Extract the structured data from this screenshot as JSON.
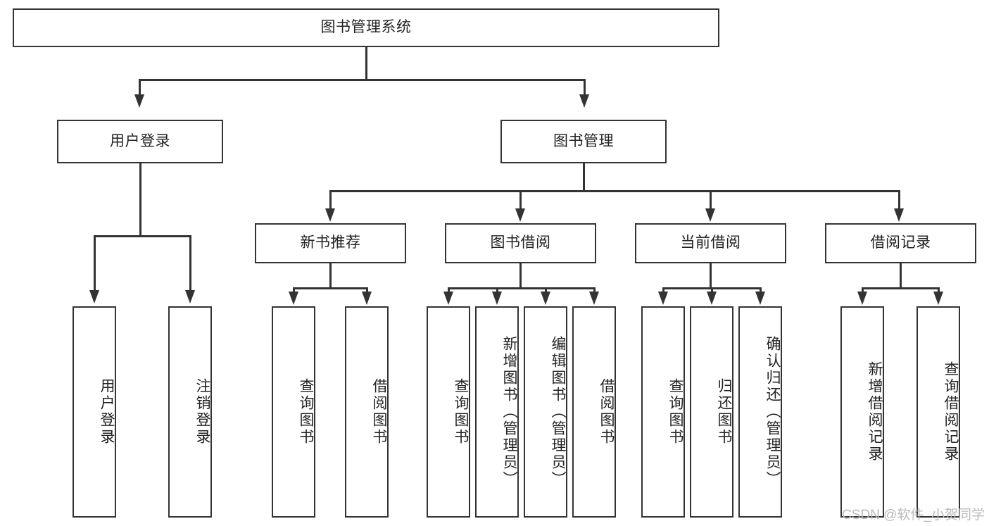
{
  "diagram": {
    "title": "图书管理系统",
    "root": {
      "label": "图书管理系统"
    },
    "level2": [
      {
        "label": "用户登录"
      },
      {
        "label": "图书管理"
      }
    ],
    "level3": [
      {
        "label": "新书推荐"
      },
      {
        "label": "图书借阅"
      },
      {
        "label": "当前借阅"
      },
      {
        "label": "借阅记录"
      }
    ],
    "leaves": {
      "user_login": [
        {
          "label": "用户登录"
        },
        {
          "label": "注销登录"
        }
      ],
      "new_book": [
        {
          "label": "查询图书"
        },
        {
          "label": "借阅图书"
        }
      ],
      "borrow_book": [
        {
          "label": "查询图书"
        },
        {
          "label": "新增图书（管理员）"
        },
        {
          "label": "编辑图书（管理员）"
        },
        {
          "label": "借阅图书"
        }
      ],
      "current_borrow": [
        {
          "label": "查询图书"
        },
        {
          "label": "归还图书"
        },
        {
          "label": "确认归还（管理员）"
        }
      ],
      "borrow_record": [
        {
          "label": "新增借阅记录"
        },
        {
          "label": "查询借阅记录"
        }
      ]
    }
  },
  "watermark": {
    "text": "CSDN @软件_小贺同学"
  },
  "colors": {
    "stroke": "#333333",
    "background": "#ffffff",
    "text": "#222222",
    "watermark": "#b9b9b9"
  }
}
